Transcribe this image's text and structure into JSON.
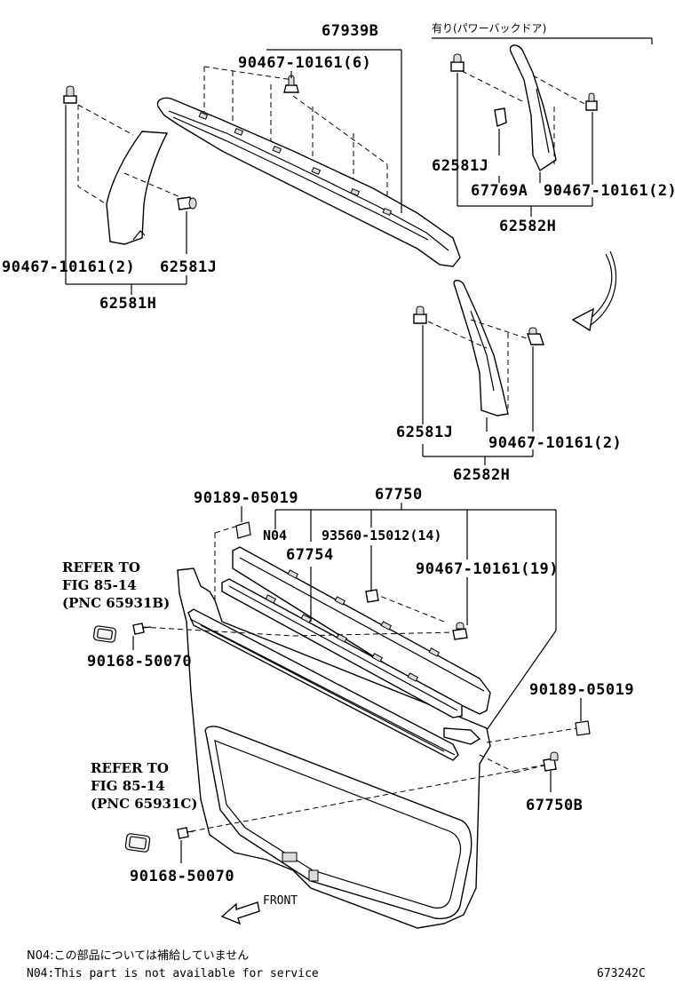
{
  "labels": {
    "p67939B": "67939B",
    "p90467_6": "90467-10161(6)",
    "p_jp_note": "有り(パワーバックドア)",
    "p62581J_a": "62581J",
    "p67769A": "67769A",
    "p90467_2a": "90467-10161(2)",
    "p62582H_a": "62582H",
    "p90467_2b": "90467-10161(2)",
    "p62581J_b": "62581J",
    "p62581H": "62581H",
    "p62581J_c": "62581J",
    "p90467_2c": "90467-10161(2)",
    "p62582H_b": "62582H",
    "p90189_a": "90189-05019",
    "p67750": "67750",
    "pN04": "N04",
    "p93560": "93560-15012(14)",
    "p67754": "67754",
    "p90467_19": "90467-10161(19)",
    "p90168_a": "90168-50070",
    "p90189_b": "90189-05019",
    "p67750B": "67750B",
    "p90168_b": "90168-50070",
    "front": "FRONT"
  },
  "refs": {
    "ref1": {
      "line1": "REFER TO",
      "line2": "FIG 85-14",
      "line3": "(PNC 65931B)"
    },
    "ref2": {
      "line1": "REFER TO",
      "line2": "FIG 85-14",
      "line3": "(PNC 65931C)"
    }
  },
  "notes": {
    "jp": "N04:この部品については補給していません",
    "en": "N04:This part is not available for service"
  },
  "figure_id": "673242C"
}
